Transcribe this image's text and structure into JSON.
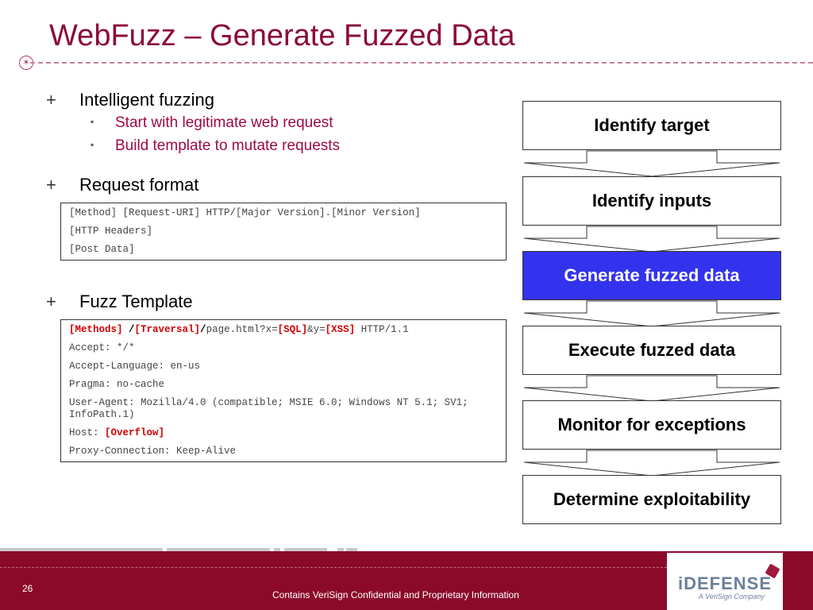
{
  "slide": {
    "title": "WebFuzz – Generate Fuzzed Data",
    "page_number": "26",
    "footer_text": "Contains VeriSign Confidential and Proprietary Information"
  },
  "bullets": {
    "intelligent": {
      "mark": "+",
      "label": "Intelligent fuzzing"
    },
    "intelligent_subs": [
      {
        "mark": "▪",
        "label": "Start with legitimate web request"
      },
      {
        "mark": "▪",
        "label": "Build template to mutate requests"
      }
    ],
    "request": {
      "mark": "+",
      "label": "Request format"
    },
    "template": {
      "mark": "+",
      "label": "Fuzz Template"
    }
  },
  "request_format": [
    "[Method] [Request-URI] HTTP/[Major Version].[Minor Version]",
    "[HTTP Headers]",
    "[Post Data]"
  ],
  "fuzz_template": {
    "line1": {
      "methods": "[Methods]",
      "sep1": " /",
      "traversal": "[Traversal]",
      "sep2": "/",
      "page": "page.html?x=",
      "sql": "[SQL]",
      "amp": "&y=",
      "xss": "[XSS]",
      "tail": " HTTP/1.1"
    },
    "accept": "Accept: */*",
    "accept_language": "Accept-Language: en-us",
    "pragma": "Pragma: no-cache",
    "user_agent": "User-Agent: Mozilla/4.0 (compatible; MSIE 6.0; Windows NT 5.1; SV1; InfoPath.1)",
    "host_label": "Host: ",
    "host_value": "[Overflow]",
    "proxy": "Proxy-Connection: Keep-Alive"
  },
  "flow": [
    "Identify target",
    "Identify inputs",
    "Generate fuzzed data",
    "Execute fuzzed data",
    "Monitor for exceptions",
    "Determine exploitability"
  ],
  "flow_active_index": 2,
  "logo": {
    "name": "iDEFENSE",
    "sub": "A VeriSign Company"
  },
  "colors": {
    "title": "#8b0a3a",
    "sub_bullet": "#9c0a46",
    "active_step": "#3333ee",
    "footer": "#8b0a2a",
    "fuzz_token": "#d00000"
  }
}
